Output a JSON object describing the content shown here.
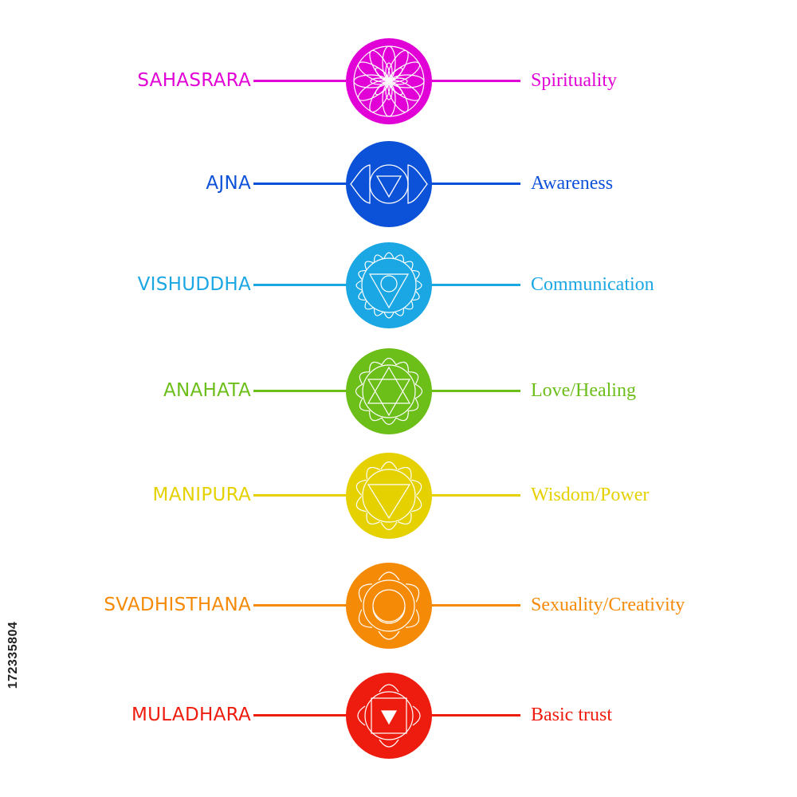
{
  "chakras": [
    {
      "name": "SAHASRARA",
      "meaning": "Spirituality",
      "color": "#e100d5",
      "icon": "lotus-icon"
    },
    {
      "name": "AJNA",
      "meaning": "Awareness",
      "color": "#0c52d9",
      "icon": "third-eye-icon"
    },
    {
      "name": "VISHUDDHA",
      "meaning": "Communication",
      "color": "#1ba7e3",
      "icon": "throat-chakra-icon"
    },
    {
      "name": "ANAHATA",
      "meaning": "Love/Healing",
      "color": "#6cbe19",
      "icon": "heart-chakra-icon"
    },
    {
      "name": "MANIPURA",
      "meaning": "Wisdom/Power",
      "color": "#e6d100",
      "icon": "solar-plexus-icon"
    },
    {
      "name": "SVADHISTHANA",
      "meaning": "Sexuality/Creativity",
      "color": "#f58a07",
      "icon": "sacral-chakra-icon"
    },
    {
      "name": "MULADHARA",
      "meaning": "Basic trust",
      "color": "#ee1c0e",
      "icon": "root-chakra-icon"
    }
  ],
  "stock_id": "172335804"
}
